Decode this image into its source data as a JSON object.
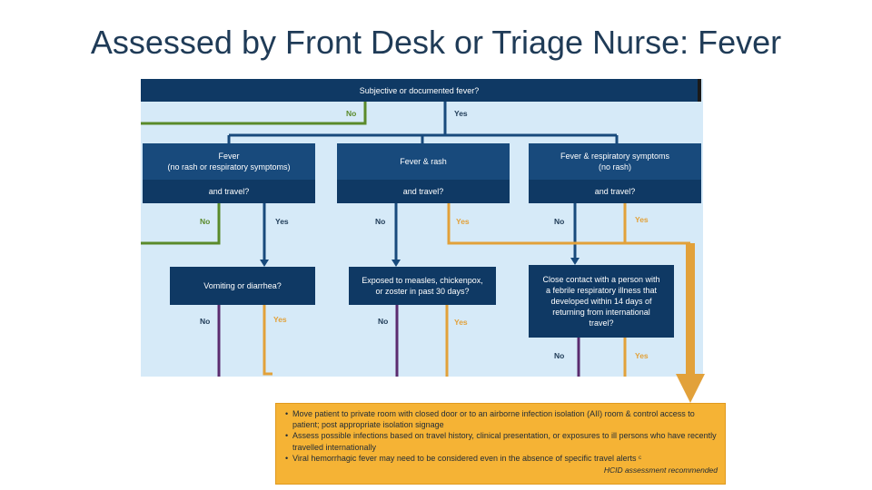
{
  "title": "Assessed by Front Desk or Triage Nurse: Fever",
  "top_question": "Subjective or documented fever?",
  "labels": {
    "no": "No",
    "yes": "Yes"
  },
  "categories": [
    {
      "heading_line1": "Fever",
      "heading_line2": "(no rash or respiratory symptoms)",
      "sub": "and travel?"
    },
    {
      "heading_line1": "Fever & rash",
      "heading_line2": "",
      "sub": "and travel?"
    },
    {
      "heading_line1": "Fever & respiratory symptoms",
      "heading_line2": "(no rash)",
      "sub": "and travel?"
    }
  ],
  "questions": [
    {
      "line1": "Vomiting or diarrhea?"
    },
    {
      "line1": "Exposed to measles, chickenpox,",
      "line2": "or zoster in past 30 days?"
    },
    {
      "line1": "Close contact with a person with",
      "line2": "a febrile respiratory illness that",
      "line3": "developed within 14 days of",
      "line4": "returning from international",
      "line5": "travel?"
    }
  ],
  "outcome": {
    "bullets": [
      "Move patient to private room with closed door or to an airborne infection isolation (AII) room & control access to patient; post appropriate isolation signage",
      "Assess possible infections based on travel history, clinical presentation, or exposures to ill persons who have recently travelled internationally",
      "Viral hemorrhagic fever may need to be considered even in the absence of specific travel alerts ᶜ"
    ],
    "note": "HCID assessment recommended"
  },
  "colors": {
    "dark_blue": "#184a7c",
    "panel": "#d6eaf8",
    "green": "#5a8a2a",
    "orange": "#e2a13a",
    "purple": "#5b2c6f",
    "outcome": "#f5b335"
  }
}
